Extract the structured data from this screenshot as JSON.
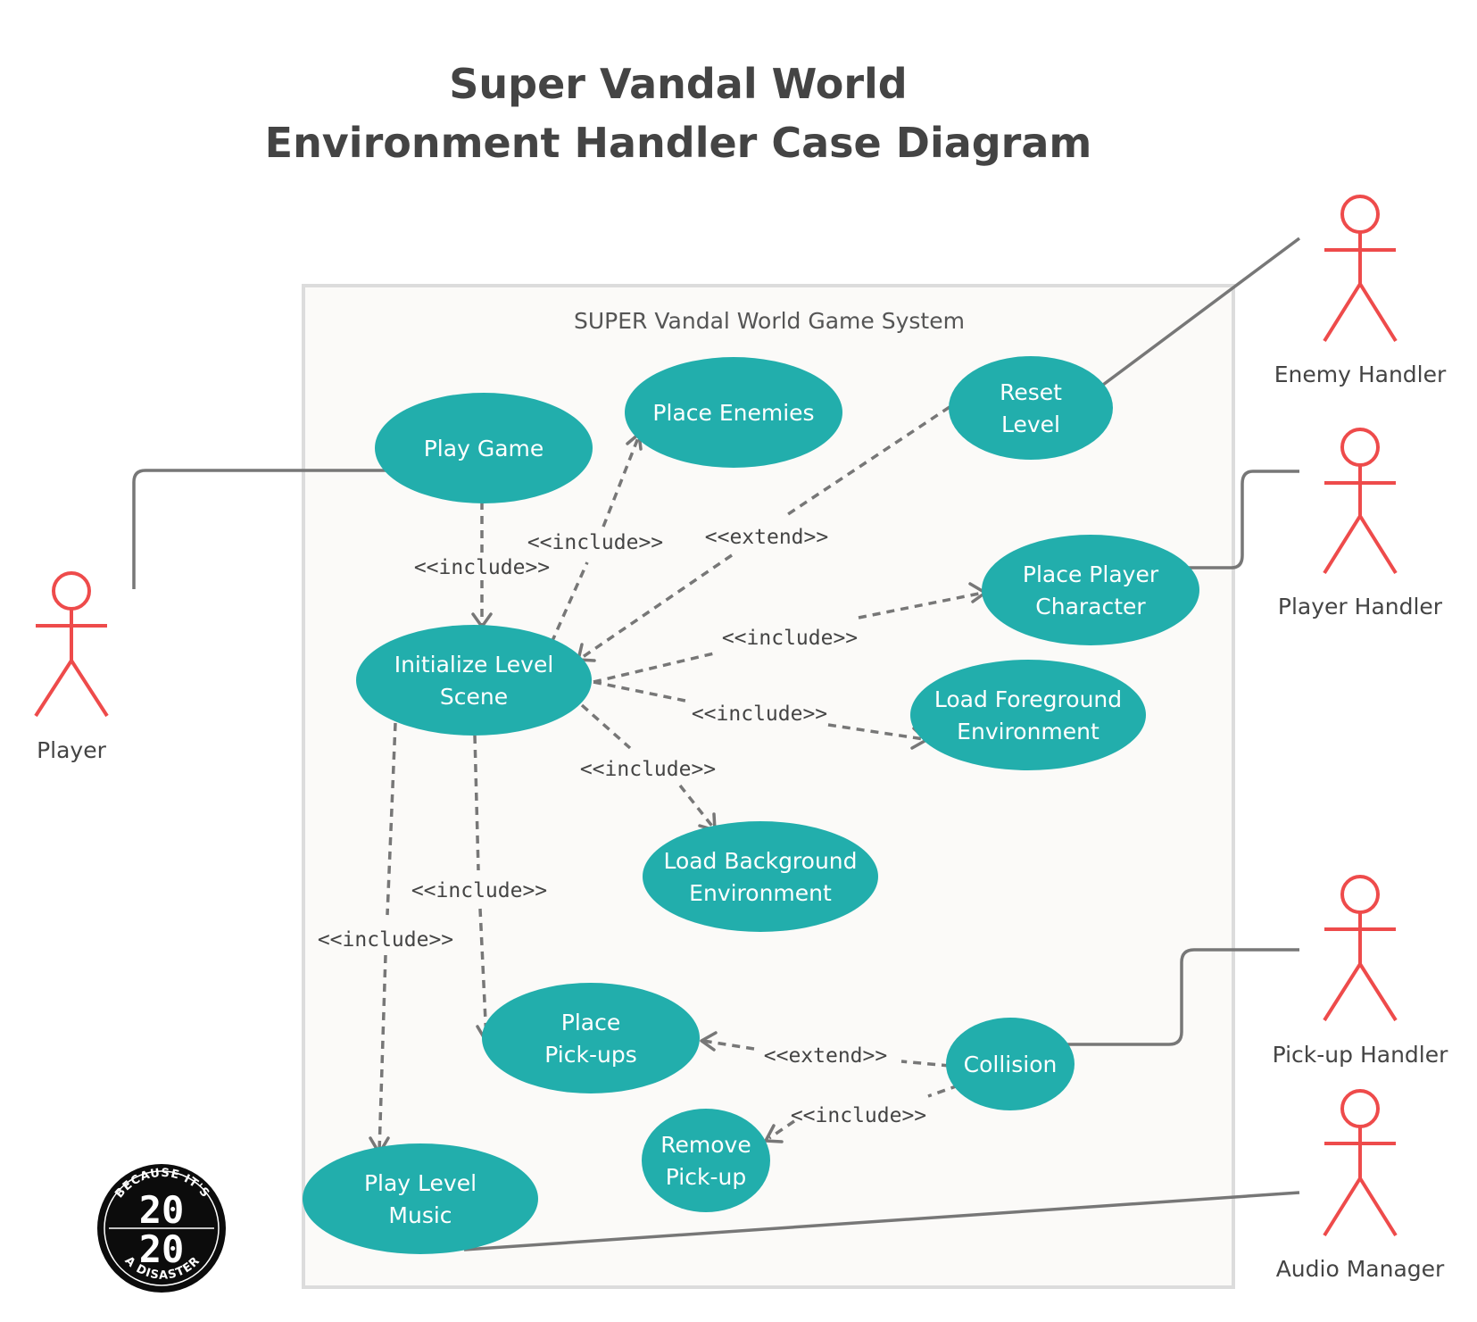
{
  "title_lines": [
    "Super Vandal World",
    "Environment Handler Case Diagram"
  ],
  "system": {
    "name": "SUPER Vandal World Game System"
  },
  "colors": {
    "usecase_fill": "#22aeac",
    "actor_stroke": "#ee4b4b",
    "line": "#777777",
    "system_fill": "#fbfaf8",
    "system_border": "#dcdcdc"
  },
  "actors": [
    {
      "id": "player",
      "name": "Player"
    },
    {
      "id": "enemy-handler",
      "name": "Enemy Handler"
    },
    {
      "id": "player-handler",
      "name": "Player Handler"
    },
    {
      "id": "pickup-handler",
      "name": "Pick-up Handler"
    },
    {
      "id": "audio-manager",
      "name": "Audio Manager"
    }
  ],
  "use_cases": [
    {
      "id": "play-game",
      "lines": [
        "Play Game"
      ]
    },
    {
      "id": "place-enemies",
      "lines": [
        "Place Enemies"
      ]
    },
    {
      "id": "reset-level",
      "lines": [
        "Reset",
        "Level"
      ]
    },
    {
      "id": "place-player-character",
      "lines": [
        "Place Player",
        "Character"
      ]
    },
    {
      "id": "initialize-level-scene",
      "lines": [
        "Initialize Level",
        "Scene"
      ]
    },
    {
      "id": "load-foreground",
      "lines": [
        "Load Foreground",
        "Environment"
      ]
    },
    {
      "id": "load-background",
      "lines": [
        "Load Background",
        "Environment"
      ]
    },
    {
      "id": "place-pickups",
      "lines": [
        "Place",
        "Pick-ups"
      ]
    },
    {
      "id": "collision",
      "lines": [
        "Collision"
      ]
    },
    {
      "id": "remove-pickup",
      "lines": [
        "Remove",
        "Pick-up"
      ]
    },
    {
      "id": "play-level-music",
      "lines": [
        "Play Level",
        "Music"
      ]
    }
  ],
  "relations": [
    {
      "id": "play-to-init",
      "label": "<<include>>"
    },
    {
      "id": "init-to-enemies",
      "label": "<<include>>"
    },
    {
      "id": "reset-to-init",
      "label": "<<extend>>"
    },
    {
      "id": "init-to-player-char",
      "label": "<<include>>"
    },
    {
      "id": "init-to-foreground",
      "label": "<<include>>"
    },
    {
      "id": "init-to-background",
      "label": "<<include>>"
    },
    {
      "id": "init-to-pickups",
      "label": "<<include>>"
    },
    {
      "id": "init-to-music",
      "label": "<<include>>"
    },
    {
      "id": "collision-to-pickups",
      "label": "<<extend>>"
    },
    {
      "id": "collision-to-remove",
      "label": "<<include>>"
    }
  ],
  "logo": {
    "line1": "20",
    "line2": "20",
    "ring_top": "BECAUSE IT'S",
    "ring_bottom": "A DISASTER"
  }
}
